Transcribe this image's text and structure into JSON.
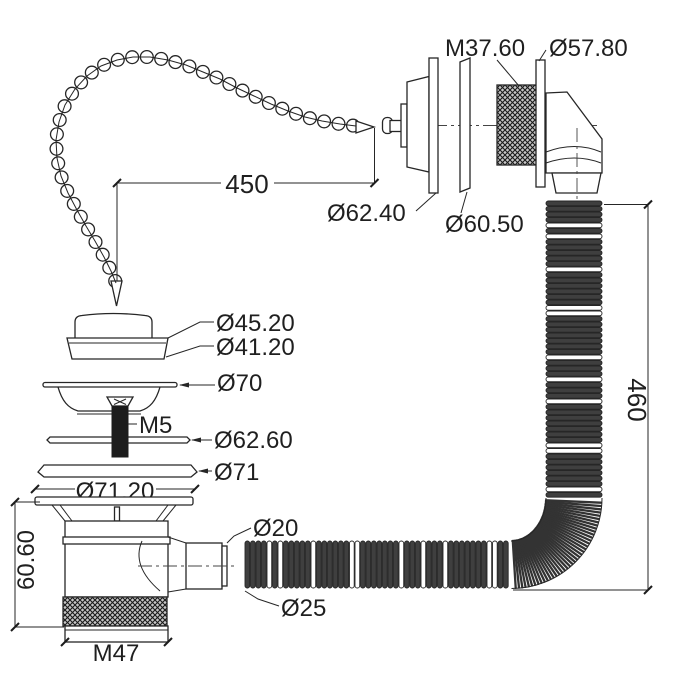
{
  "labels": {
    "overflow_thread": "M37.60",
    "overflow_flange_dia": "Ø57.80",
    "overflow_cap_dia": "Ø62.40",
    "overflow_washer_dia": "Ø60.50",
    "chain_length": "450",
    "hose_length": "460",
    "plug_top_dia": "Ø45.20",
    "plug_base_dia": "Ø41.20",
    "grate_dia": "Ø70",
    "screw_thread": "M5",
    "washer_dia": "Ø62.60",
    "flange_dia": "Ø71",
    "body_flange_dia": "Ø71.20",
    "body_height": "60.60",
    "outlet_dia": "Ø20",
    "hose_dia": "Ø25",
    "body_thread": "M47"
  },
  "colors": {
    "line": "#262626",
    "thread": "#1a1a1a",
    "thread_bg": "#c6c6c6",
    "hose_ridge": "#3f3f3f",
    "hose_light": "#ffffff"
  }
}
